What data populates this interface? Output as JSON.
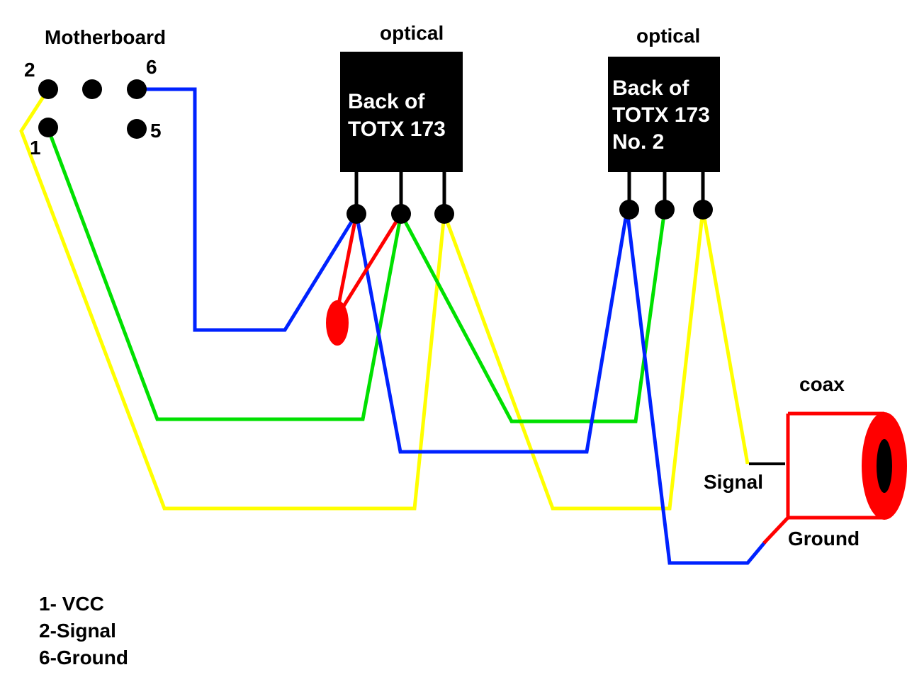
{
  "motherboard": {
    "title": "Motherboard",
    "pins": {
      "pin2": "2",
      "pin6": "6",
      "pin1": "1",
      "pin5": "5"
    }
  },
  "optical1": {
    "header": "optical",
    "line1": "Back of",
    "line2": "TOTX 173"
  },
  "optical2": {
    "header": "optical",
    "line1": "Back of",
    "line2": "TOTX 173",
    "line3": "No. 2"
  },
  "coax": {
    "title": "coax",
    "signal_label": "Signal",
    "ground_label": "Ground"
  },
  "legend": {
    "items": [
      "1- VCC",
      "2-Signal",
      "6-Ground"
    ]
  },
  "colors": {
    "signal_wire": "#ffff00",
    "vcc_wire": "#00e000",
    "ground_wire": "#0022ff",
    "link_wire": "#ff0000",
    "chip": "#000000",
    "coax_body": "#ff0000"
  }
}
